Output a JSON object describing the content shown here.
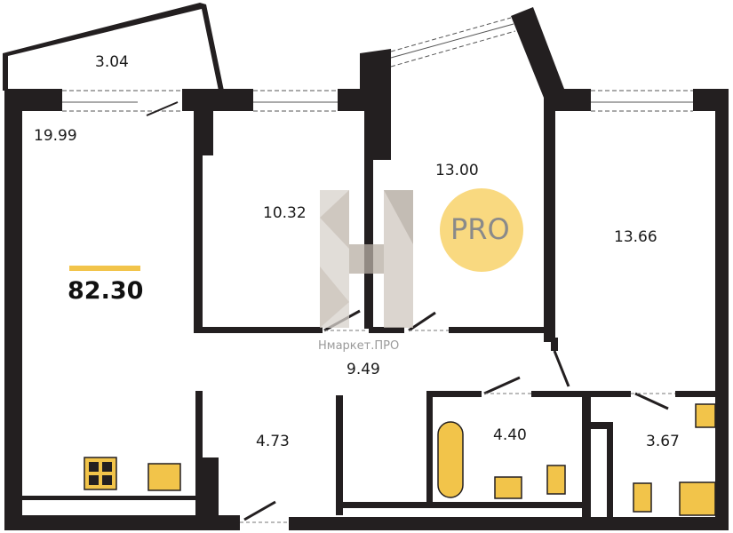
{
  "plan": {
    "total_area": "82.30",
    "rooms": [
      {
        "id": "balcony",
        "area": "3.04"
      },
      {
        "id": "living-kitchen",
        "area": "19.99"
      },
      {
        "id": "bedroom-1",
        "area": "10.32"
      },
      {
        "id": "bedroom-2",
        "area": "13.00"
      },
      {
        "id": "bedroom-3",
        "area": "13.66"
      },
      {
        "id": "hallway",
        "area": "9.49"
      },
      {
        "id": "hall-2",
        "area": "4.73"
      },
      {
        "id": "bathroom",
        "area": "4.40"
      },
      {
        "id": "toilet",
        "area": "3.67"
      }
    ]
  },
  "watermark": {
    "text": "Нмаркет.ПРО",
    "badge": "PRO"
  },
  "colors": {
    "wall": "#231f20",
    "fixture": "#f2c44a",
    "accent": "#f2c44a"
  }
}
